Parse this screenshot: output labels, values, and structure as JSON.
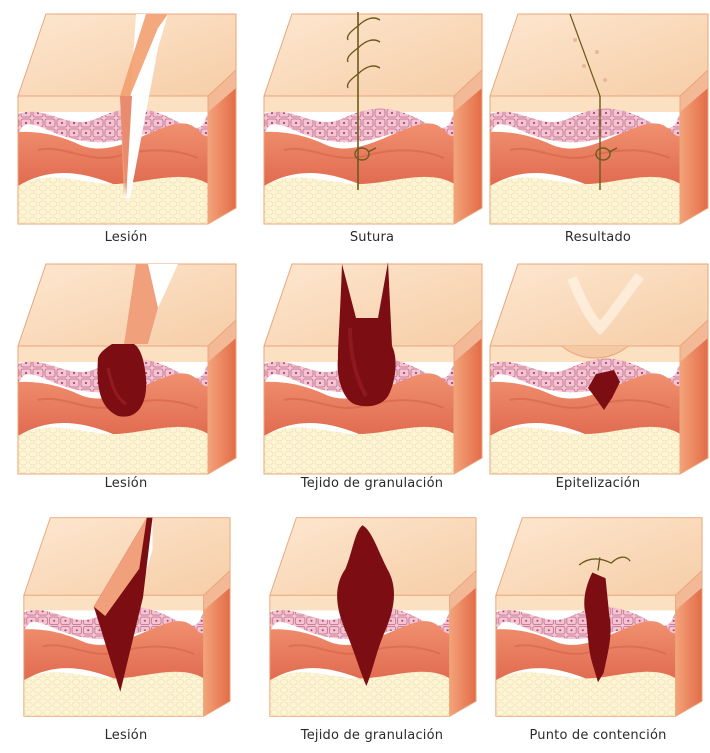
{
  "colors": {
    "epidermis_top": "#f8d3b0",
    "epidermis_front": "#fbe0c2",
    "basal_band": "#f4b8c8",
    "dermis": "#ec8465",
    "dermis_dark": "#d9684e",
    "fat": "#fdf5d6",
    "side_face": "#e9774f",
    "clot": "#7c0d12",
    "suture": "#6b5a1c"
  },
  "rows": [
    {
      "name": "primera-intencion",
      "panels": [
        {
          "label": "Lesión",
          "variant": "incision"
        },
        {
          "label": "Sutura",
          "variant": "suture"
        },
        {
          "label": "Resultado",
          "variant": "healed-line"
        }
      ]
    },
    {
      "name": "segunda-intencion",
      "panels": [
        {
          "label": "Lesión",
          "variant": "open-wound"
        },
        {
          "label": "Tejido de granulación",
          "variant": "granulation"
        },
        {
          "label": "Epitelización",
          "variant": "epithelization"
        }
      ]
    },
    {
      "name": "tercera-intencion",
      "panels": [
        {
          "label": "Lesión",
          "variant": "deep-cut"
        },
        {
          "label": "Tejido de granulación",
          "variant": "granulation-deep"
        },
        {
          "label": "Punto de contención",
          "variant": "containment-stitch"
        }
      ]
    }
  ]
}
